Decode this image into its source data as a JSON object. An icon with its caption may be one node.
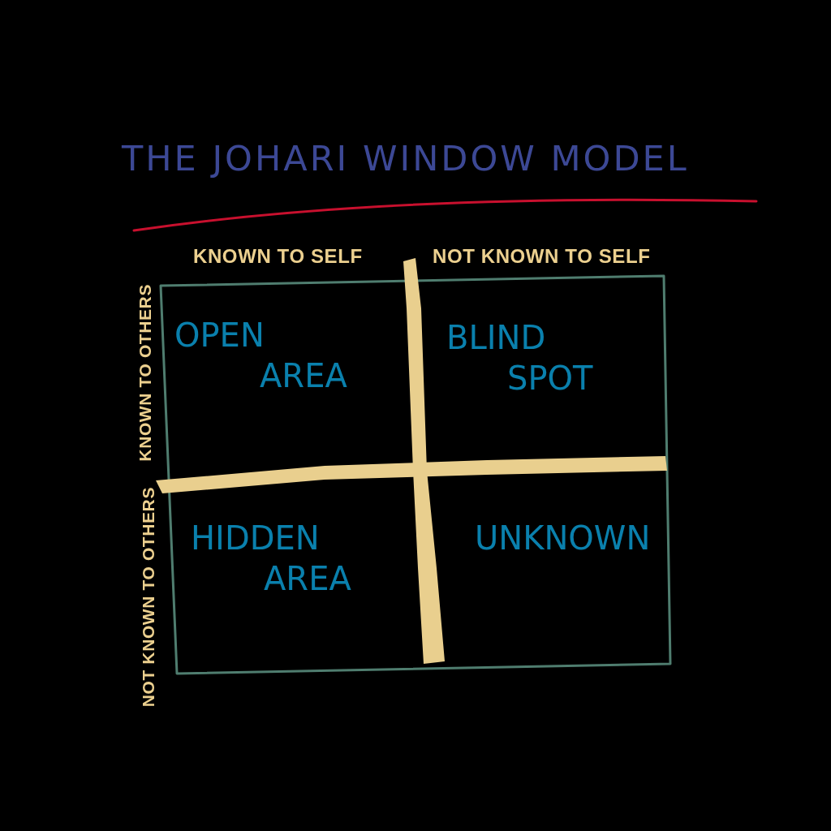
{
  "diagram": {
    "title": "THE JOHARI WINDOW MODEL",
    "nodes": [
      {
        "text": [
          "OPEN AREA"
        ]
      },
      {
        "text": [
          "BLIND SPOT"
        ]
      },
      {
        "text": [
          "HIDDEN AREA"
        ]
      },
      {
        "text": [
          "UNKNOWN"
        ]
      }
    ],
    "labels": [
      "KNOWN TO SELF",
      "NOT KNOWN TO SELF",
      "KNOWN TO OTHERS",
      "NOT KNOWN TO OTHERS"
    ]
  }
}
